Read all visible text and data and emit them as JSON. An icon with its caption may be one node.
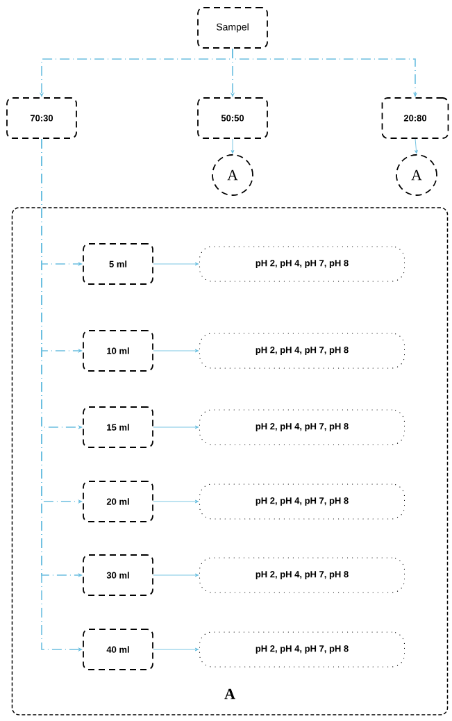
{
  "diagram": {
    "nodes": [
      {
        "text": [
          "Sampel"
        ]
      },
      {
        "text": [
          "70:30"
        ]
      },
      {
        "text": [
          "50:50"
        ]
      },
      {
        "text": [
          "20:80"
        ]
      },
      {
        "text": [
          "A"
        ]
      },
      {
        "text": [
          "A"
        ]
      },
      {
        "text": [
          "A"
        ]
      },
      {
        "text": [
          "5 ml"
        ],
        "in": 6
      },
      {
        "text": [
          "pH 2, pH 4, pH 7, pH 8"
        ],
        "in": 6
      },
      {
        "text": [
          "10 ml"
        ],
        "in": 6
      },
      {
        "text": [
          "pH 2, pH 4, pH 7, pH 8"
        ],
        "in": 6
      },
      {
        "text": [
          "15 ml"
        ],
        "in": 6
      },
      {
        "text": [
          "pH 2, pH 4, pH 7, pH 8"
        ],
        "in": 6
      },
      {
        "text": [
          "20 ml"
        ],
        "in": 6
      },
      {
        "text": [
          "pH 2, pH 4, pH 7, pH 8"
        ],
        "in": 6
      },
      {
        "text": [
          "30 ml"
        ],
        "in": 6
      },
      {
        "text": [
          "pH 2, pH 4, pH 7, pH 8"
        ],
        "in": 6
      },
      {
        "text": [
          "40 ml"
        ],
        "in": 6
      },
      {
        "text": [
          "pH 2, pH 4, pH 7, pH 8"
        ],
        "in": 6
      }
    ],
    "edges": [
      {
        "from": 0,
        "to": 1,
        "arrow": "to",
        "style": "dashed"
      },
      {
        "from": 0,
        "to": 2,
        "arrow": "to",
        "style": "dashed"
      },
      {
        "from": 0,
        "to": 3,
        "arrow": "to",
        "style": "dashed"
      },
      {
        "from": 2,
        "to": 4,
        "arrow": "to"
      },
      {
        "from": 3,
        "to": 5,
        "arrow": "to"
      },
      {
        "from": 1,
        "to": 7,
        "arrow": "to",
        "style": "dashed"
      },
      {
        "from": 1,
        "to": 9,
        "arrow": "to",
        "style": "dashed"
      },
      {
        "from": 1,
        "to": 11,
        "arrow": "to",
        "style": "dashed"
      },
      {
        "from": 1,
        "to": 13,
        "arrow": "to",
        "style": "dashed"
      },
      {
        "from": 1,
        "to": 15,
        "arrow": "to",
        "style": "dashed"
      },
      {
        "from": 1,
        "to": 17,
        "arrow": "to",
        "style": "dashed"
      },
      {
        "from": 7,
        "to": 8,
        "arrow": "to"
      },
      {
        "from": 9,
        "to": 10,
        "arrow": "to"
      },
      {
        "from": 11,
        "to": 12,
        "arrow": "to"
      },
      {
        "from": 13,
        "to": 14,
        "arrow": "to"
      },
      {
        "from": 15,
        "to": 16,
        "arrow": "to"
      },
      {
        "from": 17,
        "to": 18,
        "arrow": "to"
      }
    ]
  }
}
